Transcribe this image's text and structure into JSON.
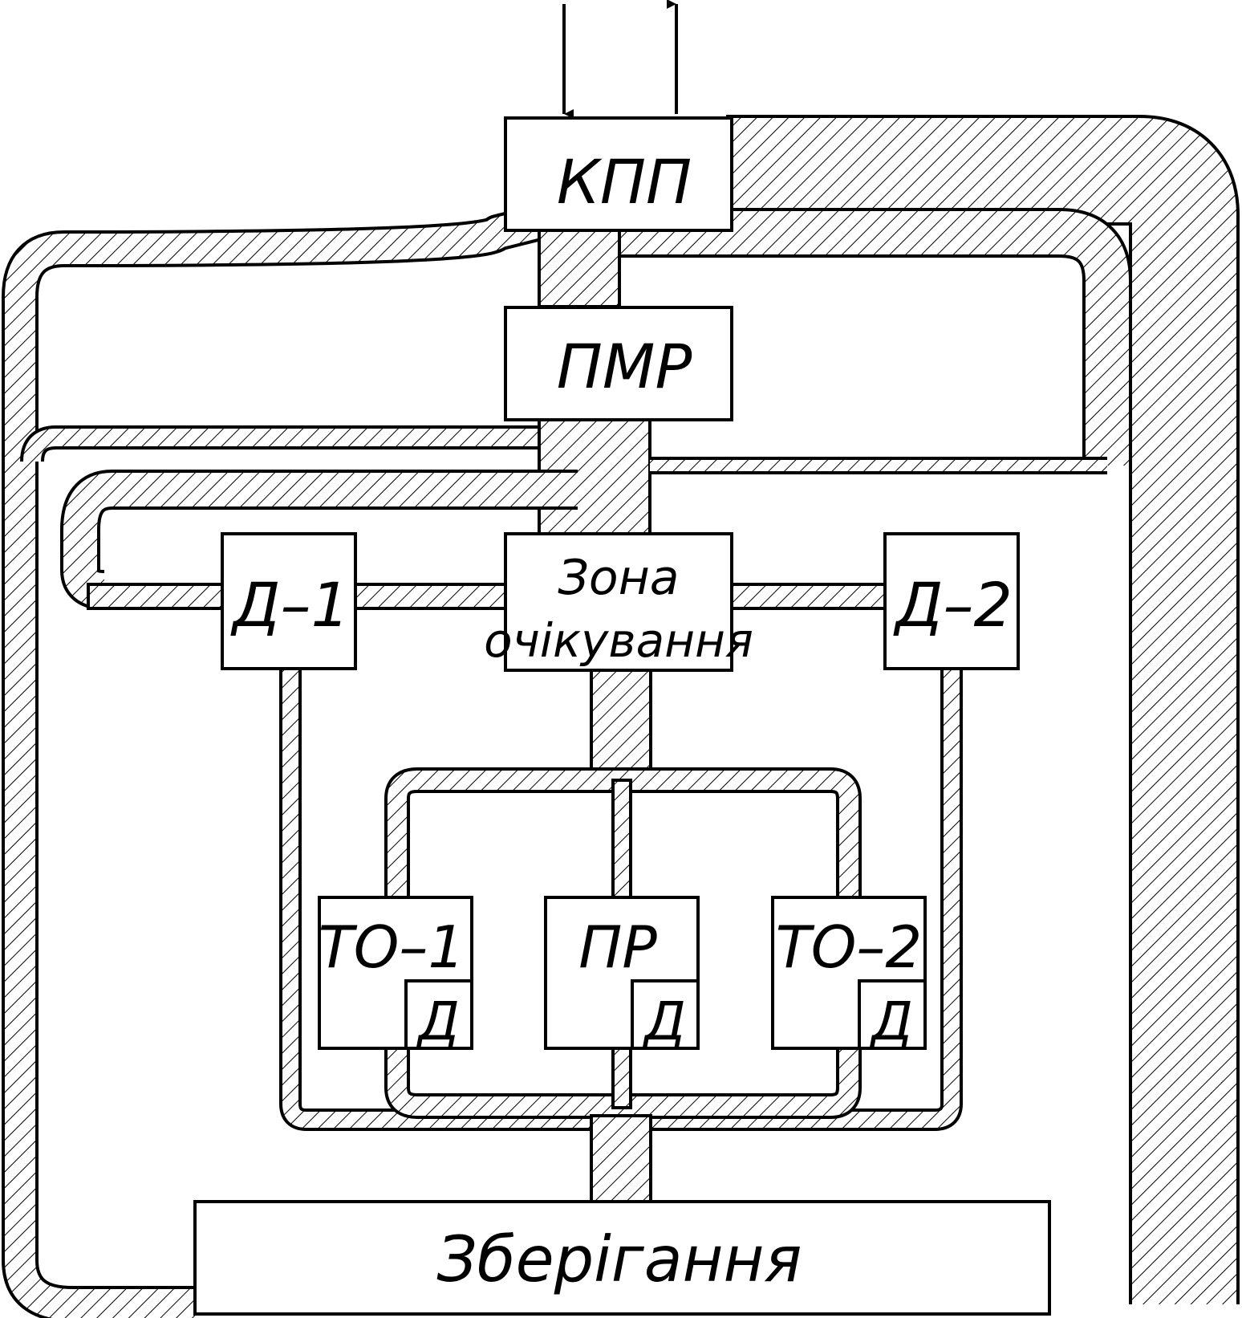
{
  "diagram": {
    "nodes": {
      "kpp": "КПП",
      "pmr": "ПМР",
      "waiting_line1": "Зона",
      "waiting_line2": "очікування",
      "d1": "Д–1",
      "d2": "Д–2",
      "to1": "ТО–1",
      "pr": "ПР",
      "to2": "ТО–2",
      "sub_d": "Д",
      "storage": "Зберігання"
    },
    "arrows": [
      "in",
      "out"
    ],
    "colors": {
      "stroke": "#000000",
      "fill": "#ffffff",
      "hatch": "#000000"
    }
  }
}
